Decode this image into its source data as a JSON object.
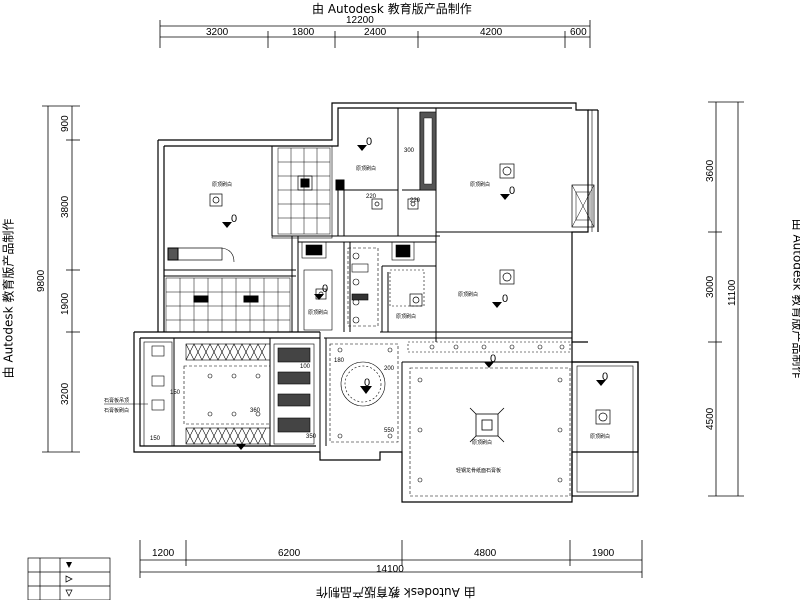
{
  "watermark": {
    "top": "由 Autodesk 教育版产品制作",
    "left": "由 Autodesk 教育版产品制作",
    "right": "由 Autodesk 教育版产品制作",
    "bottom": "由 Autodesk 教育版产品制作"
  },
  "dims": {
    "top_total": "12200",
    "top_segments": [
      "3200",
      "1800",
      "2400",
      "4200",
      "600"
    ],
    "bottom_total": "14100",
    "bottom_segments": [
      "1200",
      "6200",
      "4800",
      "1900"
    ],
    "left_total": "9800",
    "left_segments": [
      "900",
      "3800",
      "1900",
      "3200"
    ],
    "right_total": "11100",
    "right_segments": [
      "3600",
      "3000",
      "4500"
    ]
  },
  "room_label": "原顶刷白",
  "elevation": "0",
  "small_dims": [
    "300",
    "220",
    "220",
    "180",
    "200",
    "350",
    "360",
    "150",
    "150",
    "100",
    "550"
  ],
  "annotations": [
    "石膏板吊顶",
    "石膏板刷白",
    "轻钢龙骨纸面石膏板"
  ]
}
